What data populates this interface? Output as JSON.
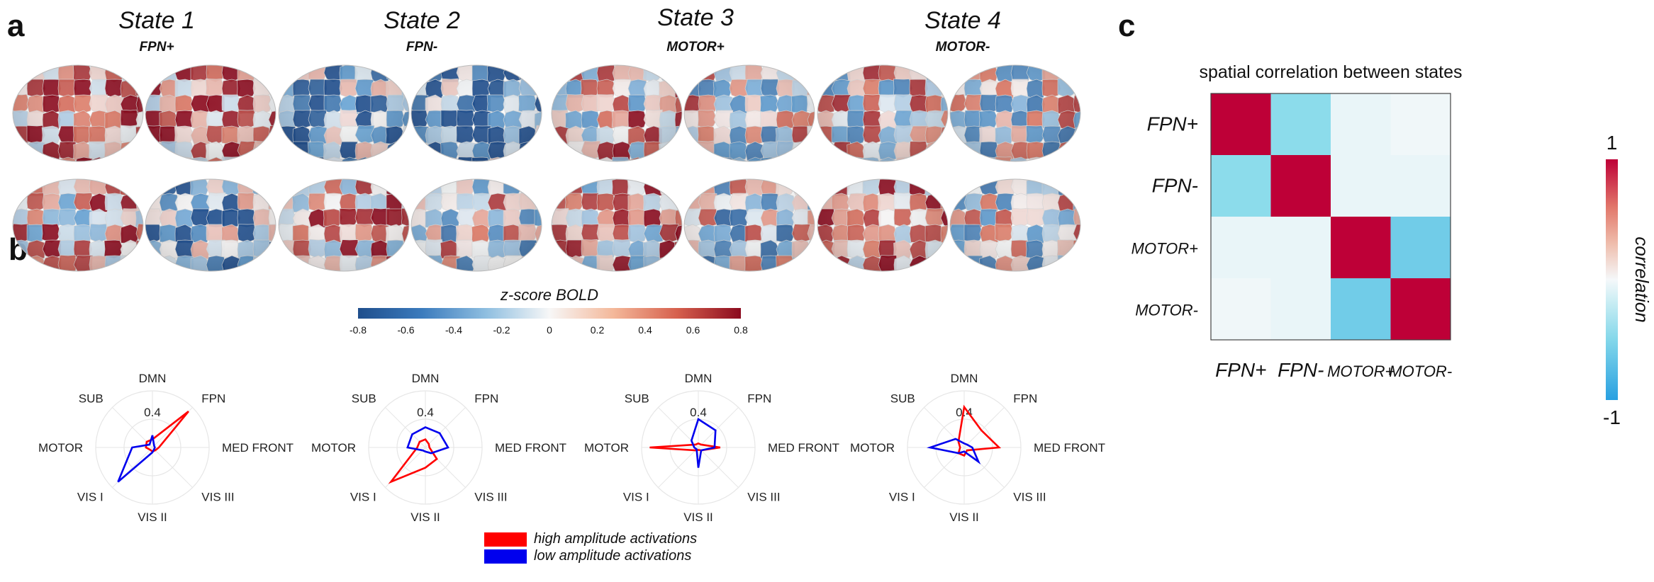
{
  "panels": {
    "a": "a",
    "b": "b",
    "c": "c"
  },
  "states": [
    {
      "title": "State 1",
      "subtitle": "FPN+"
    },
    {
      "title": "State 2",
      "subtitle": "FPN-"
    },
    {
      "title": "State 3",
      "subtitle": "MOTOR+"
    },
    {
      "title": "State 4",
      "subtitle": "MOTOR-"
    }
  ],
  "colorbar_a": {
    "label": "z-score BOLD",
    "ticks": [
      "-0.8",
      "-0.6",
      "-0.4",
      "-0.2",
      "0",
      "0.2",
      "0.4",
      "0.6",
      "0.8"
    ],
    "colors": [
      "#1f4e8c",
      "#f7f7f7",
      "#8b0a1e"
    ]
  },
  "radar": {
    "axes": [
      "DMN",
      "FPN",
      "MED FRONT",
      "VIS III",
      "VIS II",
      "VIS I",
      "MOTOR",
      "SUB"
    ],
    "ring_label": "0.4",
    "series_colors": {
      "high": "#ff0000",
      "low": "#0000ee"
    }
  },
  "chart_data": [
    {
      "type": "radar",
      "title": "State 1",
      "categories": [
        "DMN",
        "FPN",
        "MED FRONT",
        "VIS III",
        "VIS II",
        "VIS I",
        "MOTOR",
        "SUB"
      ],
      "rmax": 0.7,
      "series": [
        {
          "name": "high amplitude activations",
          "values": [
            0.1,
            0.63,
            0.08,
            0.05,
            0.05,
            0.04,
            0.08,
            0.1
          ]
        },
        {
          "name": "low amplitude activations",
          "values": [
            0.15,
            0.03,
            0.03,
            0.03,
            0.06,
            0.6,
            0.25,
            0.05
          ]
        }
      ]
    },
    {
      "type": "radar",
      "title": "State 2",
      "categories": [
        "DMN",
        "FPN",
        "MED FRONT",
        "VIS III",
        "VIS II",
        "VIS I",
        "MOTOR",
        "SUB"
      ],
      "rmax": 0.7,
      "series": [
        {
          "name": "high amplitude activations",
          "values": [
            0.1,
            0.06,
            0.05,
            0.2,
            0.25,
            0.6,
            0.1,
            0.1
          ]
        },
        {
          "name": "low amplitude activations",
          "values": [
            0.25,
            0.25,
            0.28,
            0.1,
            0.05,
            0.05,
            0.22,
            0.23
          ]
        }
      ]
    },
    {
      "type": "radar",
      "title": "State 3",
      "categories": [
        "DMN",
        "FPN",
        "MED FRONT",
        "VIS III",
        "VIS II",
        "VIS I",
        "MOTOR",
        "SUB"
      ],
      "rmax": 0.7,
      "series": [
        {
          "name": "high amplitude activations",
          "values": [
            0.05,
            0.05,
            0.27,
            0.05,
            0.03,
            0.05,
            0.6,
            0.05
          ]
        },
        {
          "name": "low amplitude activations",
          "values": [
            0.35,
            0.3,
            0.2,
            0.05,
            0.25,
            0.03,
            0.05,
            0.12
          ]
        }
      ]
    },
    {
      "type": "radar",
      "title": "State 4",
      "categories": [
        "DMN",
        "FPN",
        "MED FRONT",
        "VIS III",
        "VIS II",
        "VIS I",
        "MOTOR",
        "SUB"
      ],
      "rmax": 0.7,
      "series": [
        {
          "name": "high amplitude activations",
          "values": [
            0.5,
            0.3,
            0.43,
            0.05,
            0.1,
            0.1,
            0.05,
            0.1
          ]
        },
        {
          "name": "low amplitude activations",
          "values": [
            0.05,
            0.05,
            0.1,
            0.25,
            0.05,
            0.1,
            0.42,
            0.15
          ]
        }
      ]
    },
    {
      "type": "heatmap",
      "title": "spatial correlation between states",
      "rows": [
        "FPN+",
        "FPN-",
        "MOTOR+",
        "MOTOR-"
      ],
      "cols": [
        "FPN+",
        "FPN-",
        "MOTOR+",
        "MOTOR-"
      ],
      "values": [
        [
          1,
          -0.45,
          -0.05,
          -0.02
        ],
        [
          -0.45,
          1,
          -0.05,
          -0.05
        ],
        [
          -0.05,
          -0.05,
          1,
          -0.6
        ],
        [
          -0.02,
          -0.05,
          -0.6,
          1
        ]
      ],
      "range": [
        -1,
        1
      ],
      "colorbar": {
        "max_label": "1",
        "min_label": "-1",
        "label": "correlation"
      }
    }
  ],
  "legend": {
    "high": "high amplitude activations",
    "low": "low amplitude activations"
  }
}
